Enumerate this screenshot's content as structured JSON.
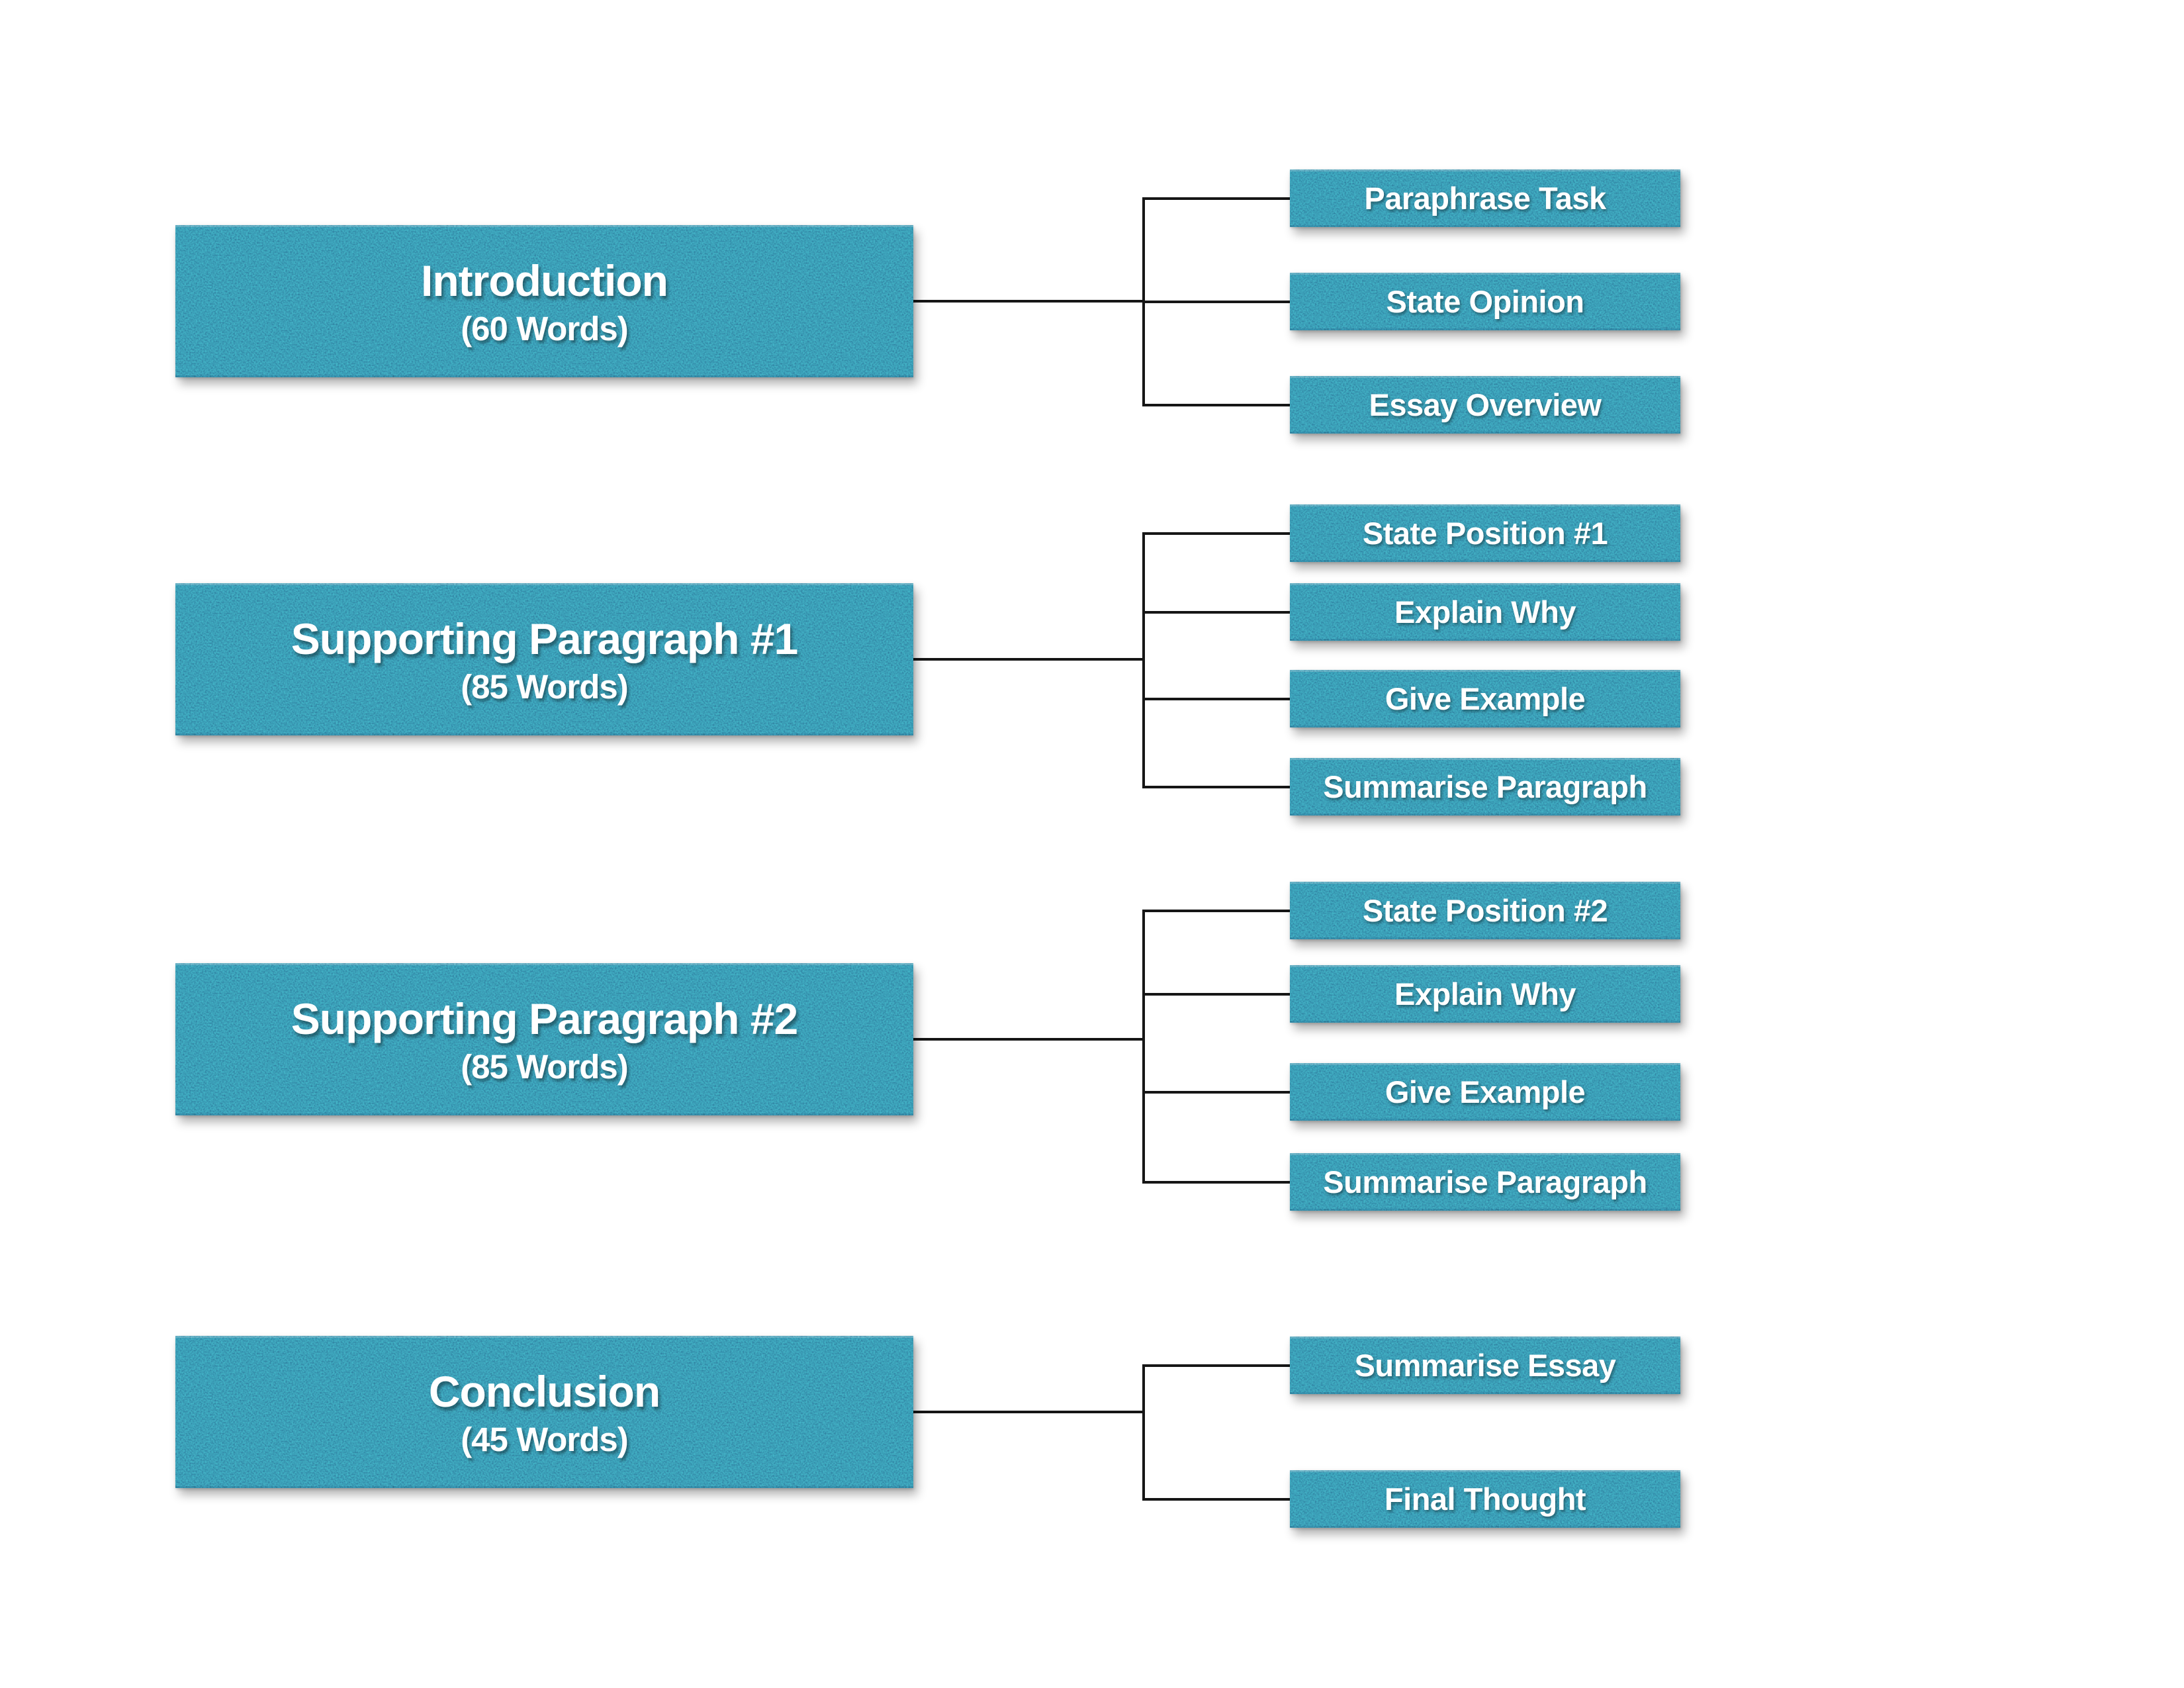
{
  "diagram": {
    "colors": {
      "node_fill": "#2F7FA0",
      "node_text": "#FFFFFF",
      "connector": "#161616",
      "background": "#FFFFFF"
    },
    "sections": [
      {
        "title": "Introduction",
        "subtitle": "(60 Words)",
        "children": [
          "Paraphrase Task",
          "State Opinion",
          "Essay Overview"
        ]
      },
      {
        "title": "Supporting Paragraph #1",
        "subtitle": "(85 Words)",
        "children": [
          "State Position #1",
          "Explain Why",
          "Give Example",
          "Summarise Paragraph"
        ]
      },
      {
        "title": "Supporting Paragraph #2",
        "subtitle": "(85 Words)",
        "children": [
          "State Position #2",
          "Explain Why",
          "Give Example",
          "Summarise Paragraph"
        ]
      },
      {
        "title": "Conclusion",
        "subtitle": "(45 Words)",
        "children": [
          "Summarise Essay",
          "Final Thought"
        ]
      }
    ]
  }
}
